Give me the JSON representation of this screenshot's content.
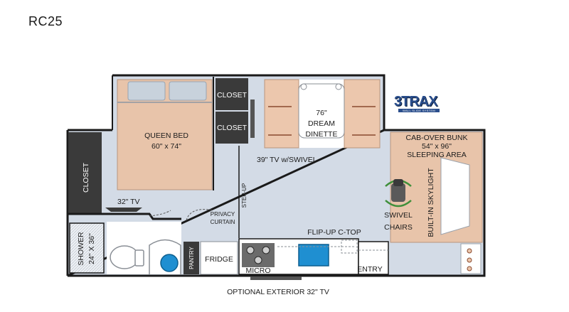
{
  "model": "RC25",
  "logo": {
    "main": "3TRAX",
    "sub": "WALL SLIDE SYSTEM"
  },
  "labels": {
    "closet_top": "CLOSET",
    "closet_mid": "CLOSET",
    "closet_left": "CLOSET",
    "queen_bed": "QUEEN BED",
    "queen_bed_size": "60\" x 74\"",
    "dinette_1": "76\"",
    "dinette_2": "DREAM",
    "dinette_3": "DINETTE",
    "tv_swivel": "39\" TV w/SWIVEL",
    "bunk_1": "CAB-OVER BUNK",
    "bunk_2": "54\" x 96\"",
    "bunk_3": "SLEEPING AREA",
    "skylight": "BUILT-IN SKYLIGHT",
    "swivel_1": "SWIVEL",
    "swivel_2": "CHAIRS",
    "tv_32": "32\" TV",
    "privacy_1": "PRIVACY",
    "privacy_2": "CURTAIN",
    "step_up": "STEP-UP",
    "flip_up": "FLIP-UP C-TOP",
    "shower_1": "SHOWER",
    "shower_2": "24\" X 36\"",
    "pantry": "PANTRY",
    "fridge": "FRIDGE",
    "micro": "MICRO",
    "entry": "ENTRY",
    "optional_tv": "OPTIONAL EXTERIOR 32\" TV"
  },
  "colors": {
    "floor": "#d3dbe6",
    "bed": "#e8c4aa",
    "dinette_seat": "#ecc7ad",
    "wall": "#1a1a1a",
    "closet": "#3a3a3a",
    "sink": "#1f8fd1",
    "logo": "#2a4e8c"
  }
}
